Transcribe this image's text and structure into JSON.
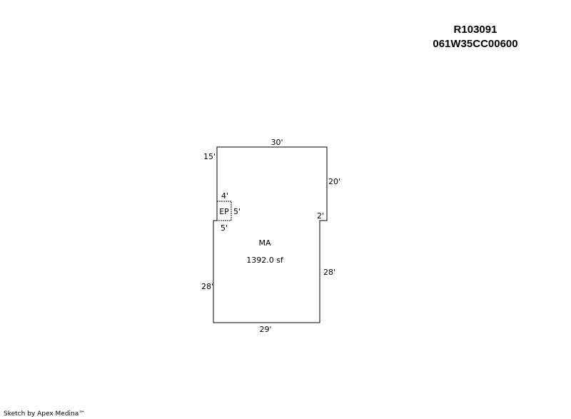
{
  "header": {
    "parcel_number": "R103091",
    "map_number": "061W35CC00600"
  },
  "sketch": {
    "main_area": {
      "label": "MA",
      "area": "1392.0 sf"
    },
    "enclosed_porch": {
      "label": "EP"
    },
    "dimensions": {
      "top": "30'",
      "upper_left": "15'",
      "upper_right": "20'",
      "porch_top": "4'",
      "porch_side": "5'",
      "porch_bottom": "5'",
      "notch": "2'",
      "lower_right": "28'",
      "lower_left": "28'",
      "bottom": "29'"
    }
  },
  "footer": {
    "credit": "Sketch by Apex Medina™"
  }
}
